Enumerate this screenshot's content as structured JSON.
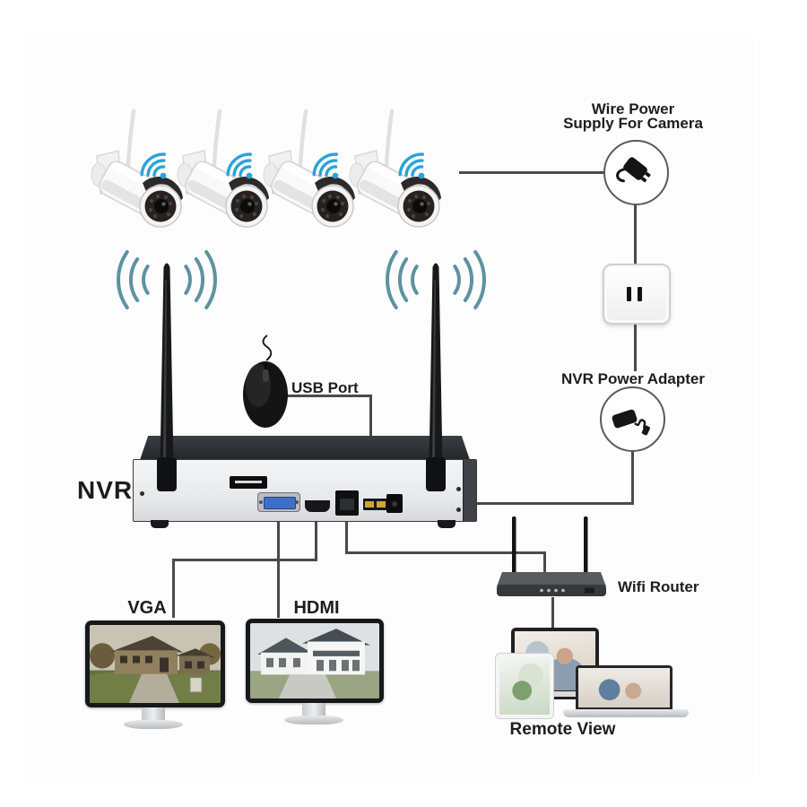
{
  "diagram": {
    "labels": {
      "camera_power_line1": "Wire Power",
      "camera_power_line2": "Supply For Camera",
      "nvr_power_adapter": "NVR Power Adapter",
      "usb_port": "USB Port",
      "nvr": "NVR",
      "vga": "VGA",
      "hdmi": "HDMI",
      "wifi_router": "Wifi Router",
      "remote_view": "Remote View"
    },
    "cameras": {
      "count": 4
    },
    "icons": {
      "camera_wifi": "wifi-signal-fan-icon",
      "nvr_wifi": "wifi-waves-icon",
      "camera_power_supply": "power-adapter-plug-icon",
      "nvr_power_supply": "power-adapter-brick-icon",
      "wall_outlet": "wall-outlet-icon",
      "usb_mouse": "mouse-icon"
    },
    "colors": {
      "connector_line": "#4a4a4a",
      "label_text": "#1d1d1d",
      "camera_wifi": "#2aa2da",
      "nvr_wifi": "#5d92a1",
      "vga_port": "#3f6fc4"
    }
  }
}
